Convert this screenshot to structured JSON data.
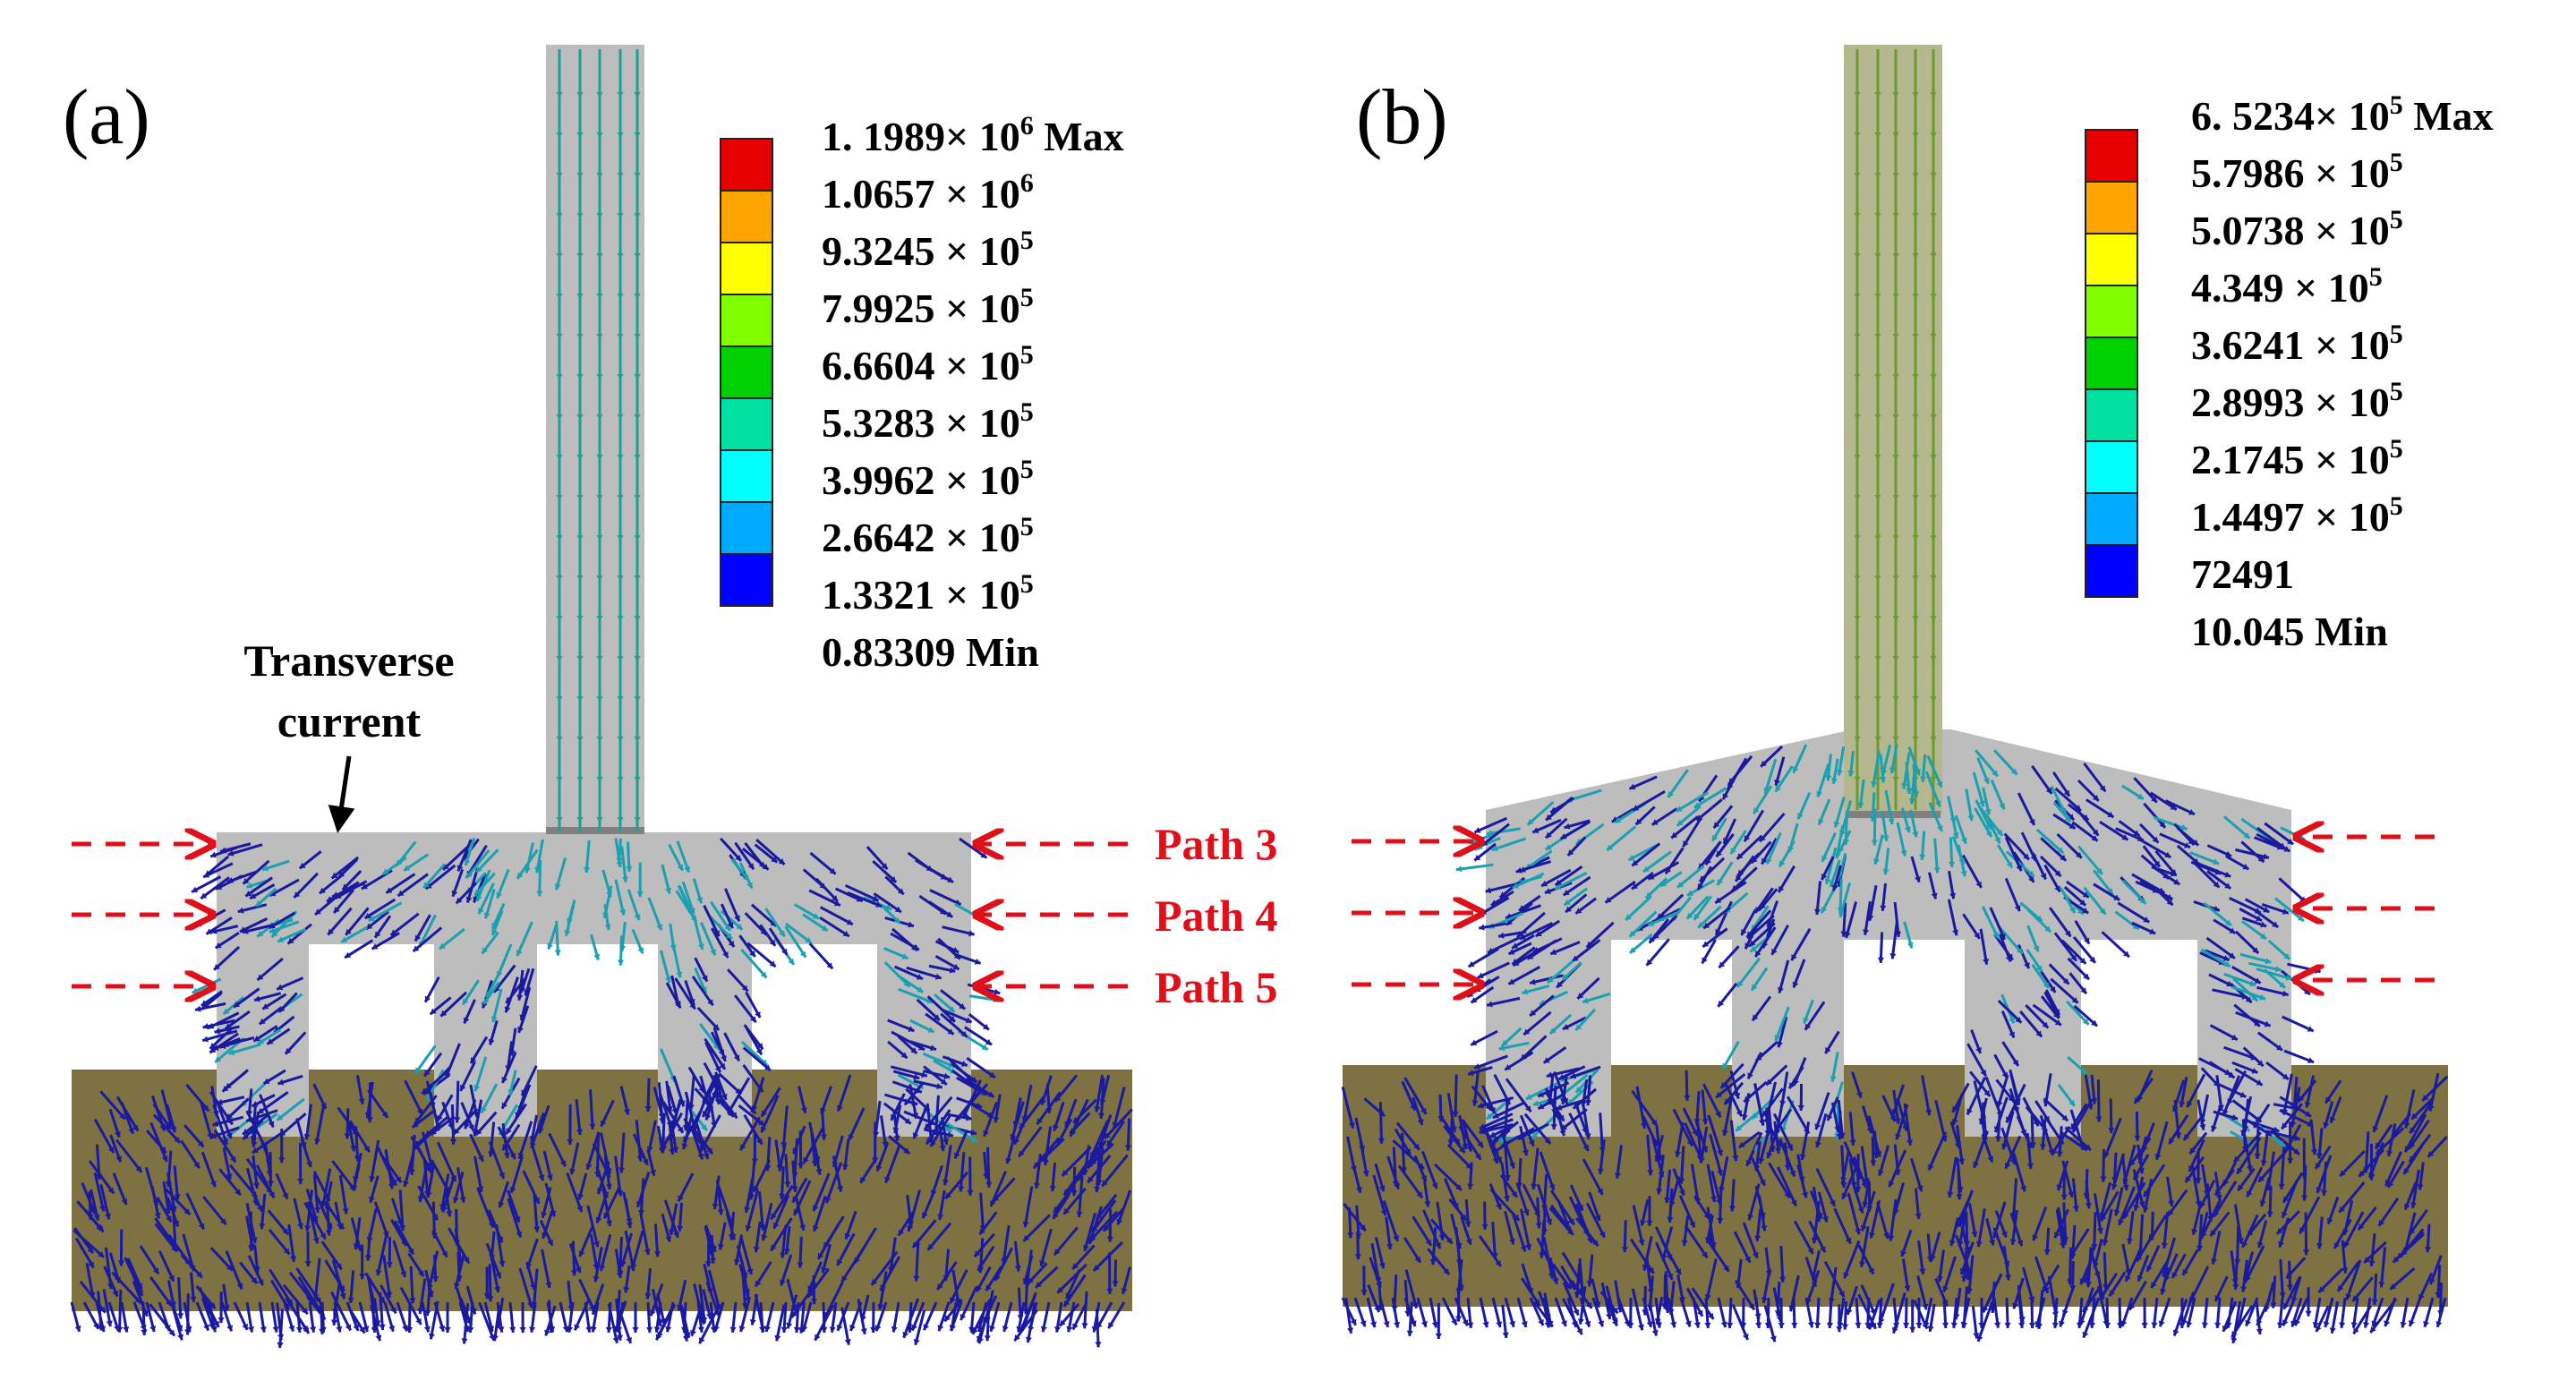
{
  "panels": [
    {
      "id": "a",
      "label": "(a)",
      "legend": {
        "entries": [
          {
            "mant": "1. 1989× 10",
            "exp": "6",
            "suffix": " Max"
          },
          {
            "mant": "1.0657 × 10",
            "exp": "6",
            "suffix": ""
          },
          {
            "mant": "9.3245 × 10",
            "exp": "5",
            "suffix": ""
          },
          {
            "mant": "7.9925 × 10",
            "exp": "5",
            "suffix": ""
          },
          {
            "mant": "6.6604 × 10",
            "exp": "5",
            "suffix": ""
          },
          {
            "mant": "5.3283 × 10",
            "exp": "5",
            "suffix": ""
          },
          {
            "mant": "3.9962 × 10",
            "exp": "5",
            "suffix": ""
          },
          {
            "mant": "2.6642 × 10",
            "exp": "5",
            "suffix": ""
          },
          {
            "mant": "1.3321 × 10",
            "exp": "5",
            "suffix": ""
          },
          {
            "mant": "0.83309   Min",
            "exp": "",
            "suffix": ""
          }
        ]
      },
      "annotation": {
        "line1": "Transverse",
        "line2": "current"
      },
      "paths": [
        "Path 3",
        "Path 4",
        "Path 5"
      ]
    },
    {
      "id": "b",
      "label": "(b)",
      "legend": {
        "entries": [
          {
            "mant": "6. 5234× 10",
            "exp": "5",
            "suffix": " Max"
          },
          {
            "mant": "5.7986 × 10",
            "exp": "5",
            "suffix": ""
          },
          {
            "mant": "5.0738 × 10",
            "exp": "5",
            "suffix": ""
          },
          {
            "mant": "4.349    × 10",
            "exp": "5",
            "suffix": ""
          },
          {
            "mant": "3.6241 × 10",
            "exp": "5",
            "suffix": ""
          },
          {
            "mant": "2.8993 × 10",
            "exp": "5",
            "suffix": ""
          },
          {
            "mant": "2.1745 × 10",
            "exp": "5",
            "suffix": ""
          },
          {
            "mant": "1.4497 × 10",
            "exp": "5",
            "suffix": ""
          },
          {
            "mant": "72491",
            "exp": "",
            "suffix": ""
          },
          {
            "mant": "10.045   Min",
            "exp": "",
            "suffix": ""
          }
        ]
      }
    }
  ],
  "colors": {
    "scale": [
      "#e60000",
      "#ffa500",
      "#ffff00",
      "#80ff00",
      "#00d000",
      "#00e0a0",
      "#00ffff",
      "#00aaff",
      "#0000ff"
    ],
    "electrode": "#bdbdbd",
    "soil": "#7f7242",
    "arrow_low": "#1a1aa0",
    "arrow_mid": "#1aa0b0",
    "arrow_high": "#20a040",
    "path_arrow": "#e0101a"
  }
}
